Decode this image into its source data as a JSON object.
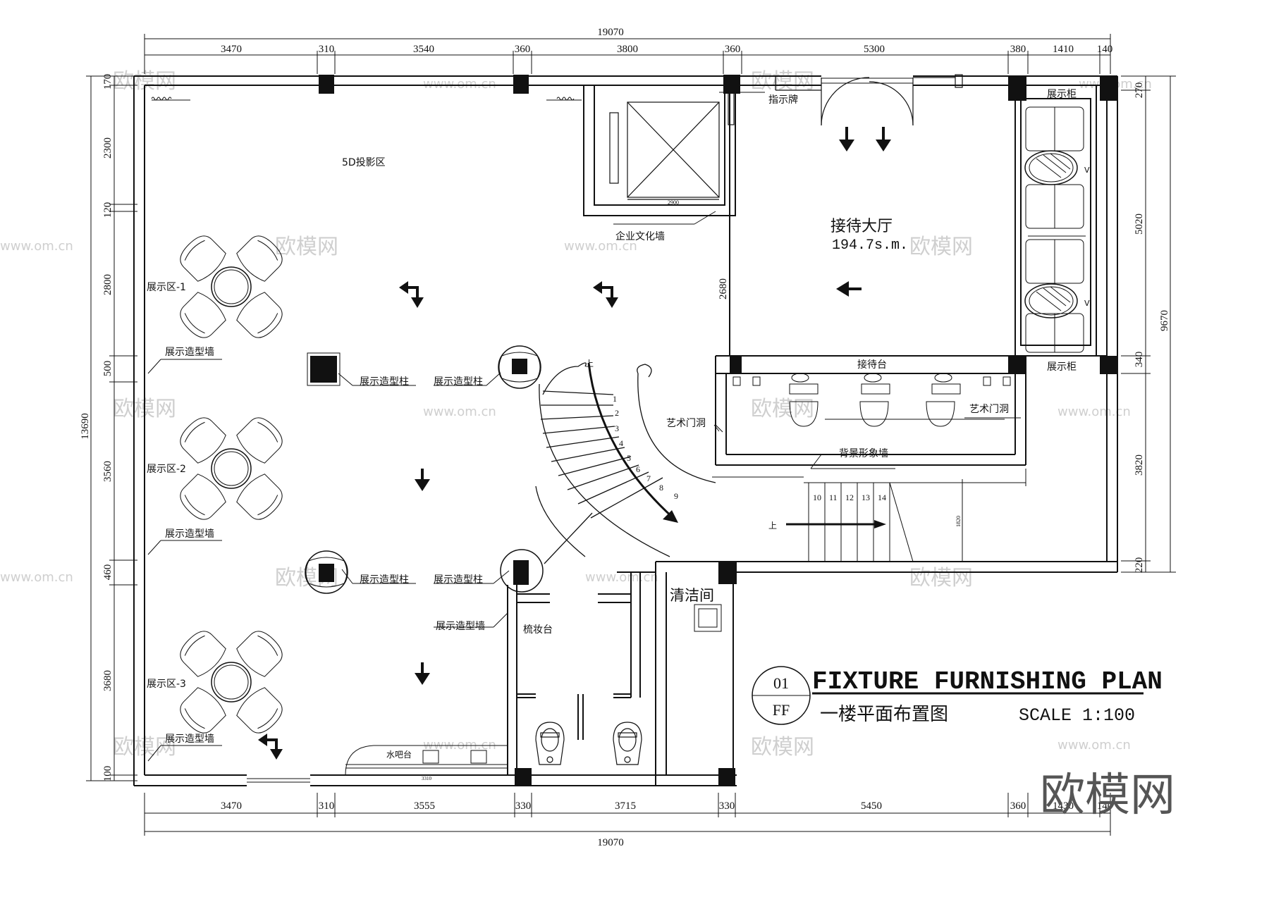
{
  "dimensions": {
    "top_total": "19070",
    "top": [
      "3470",
      "310",
      "3540",
      "360",
      "3800",
      "360",
      "5300",
      "380",
      "1410",
      "140"
    ],
    "bottom": [
      "3470",
      "310",
      "3555",
      "330",
      "3715",
      "330",
      "5450",
      "360",
      "1430",
      "140"
    ],
    "bottom_total": "19070",
    "left_total": "13690",
    "left": [
      "170",
      "2300",
      "120",
      "2800",
      "500",
      "3560",
      "460",
      "3680",
      "100"
    ],
    "right": [
      "270",
      "5020",
      "340",
      "3820",
      "220"
    ],
    "right_total": "9670",
    "inner": [
      "2680",
      "2900",
      "1820",
      "3310"
    ]
  },
  "rooms": {
    "projection": "5D投影区",
    "lobby_name": "接待大厅",
    "lobby_area": "194.7s.m.",
    "cleaning": "清洁间",
    "vanity": "梳妆台",
    "water_bar": "水吧台",
    "reception_desk": "接待台"
  },
  "labels": {
    "signboard": "指示牌",
    "culture_wall": "企业文化墙",
    "cabinet_top": "展示柜",
    "cabinet_bottom": "展示柜",
    "vi_1": "VI",
    "vi_2": "VI",
    "zone_1": "展示区-1",
    "zone_2": "展示区-2",
    "zone_3": "展示区-3",
    "wall_1": "展示造型墙",
    "wall_2": "展示造型墙",
    "wall_3": "展示造型墙",
    "wall_4": "展示造型墙",
    "col_1": "展示造型柱",
    "col_2": "展示造型柱",
    "col_3": "展示造型柱",
    "col_4": "展示造型柱",
    "art_door_left": "艺术门洞",
    "art_door_right": "艺术门洞",
    "backdrop": "背景形象墙",
    "up_1": "上",
    "up_2": "上"
  },
  "stairs": {
    "spiral": [
      "1",
      "2",
      "3",
      "4",
      "5",
      "6",
      "7",
      "8",
      "9"
    ],
    "straight": [
      "10",
      "11",
      "12",
      "13",
      "14"
    ]
  },
  "title_block": {
    "number": "01",
    "code": "FF",
    "title": "FIXTURE FURNISHING PLAN",
    "subtitle": "一楼平面布置图",
    "scale": "SCALE 1:100"
  },
  "watermark": {
    "brand": "欧模网",
    "url": "www.om.cn"
  }
}
